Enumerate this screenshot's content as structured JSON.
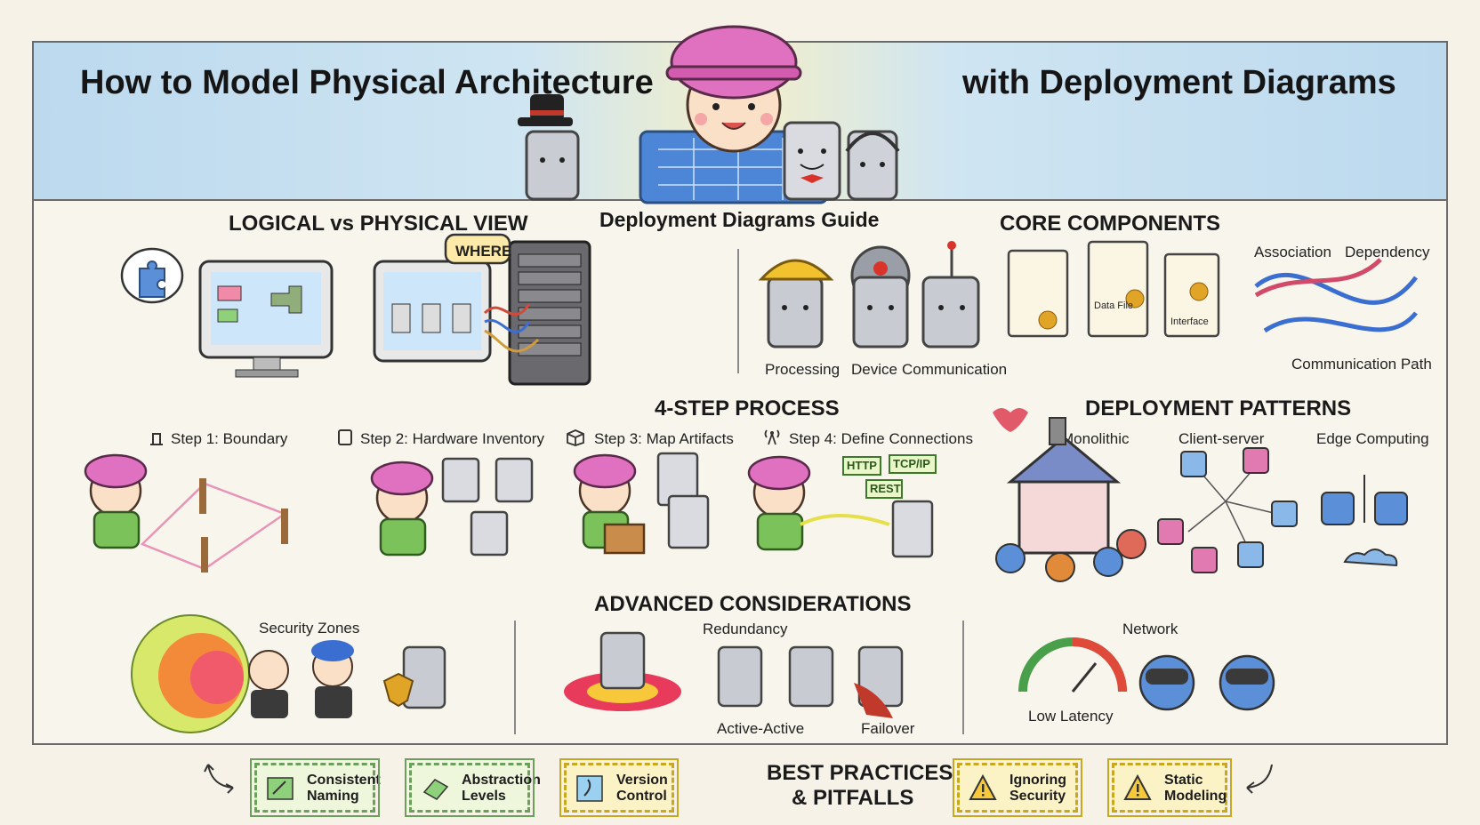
{
  "header": {
    "title_left": "How to Model Physical Architecture",
    "title_right": "with Deployment Diagrams"
  },
  "logical_view": {
    "title": "LOGICAL vs PHYSICAL VIEW",
    "where_tag": "WHERE"
  },
  "guide": {
    "title": "Deployment Diagrams Guide"
  },
  "core": {
    "title": "CORE COMPONENTS",
    "nodes": [
      "Processing",
      "Device",
      "Communication"
    ],
    "artifacts": [
      "Data File",
      "Interface"
    ],
    "relations": {
      "association": "Association",
      "dependency": "Dependency",
      "path": "Communication Path"
    }
  },
  "process": {
    "title": "4-STEP PROCESS",
    "steps": [
      "Step 1: Boundary",
      "Step 2: Hardware Inventory",
      "Step 3: Map Artifacts",
      "Step 4: Define Connections"
    ],
    "protocols": [
      "HTTP",
      "TCP/IP",
      "REST"
    ]
  },
  "patterns": {
    "title": "DEPLOYMENT PATTERNS",
    "items": [
      "Monolithic",
      "Client-server",
      "Edge Computing"
    ]
  },
  "advanced": {
    "title": "ADVANCED CONSIDERATIONS",
    "security": "Security Zones",
    "redundancy": "Redundancy",
    "active": "Active-Active",
    "failover": "Failover",
    "network": "Network",
    "latency": "Low Latency"
  },
  "best": {
    "title_line1": "BEST PRACTICES",
    "title_line2": "& PITFALLS",
    "good": [
      {
        "l1": "Consistent",
        "l2": "Naming"
      },
      {
        "l1": "Abstraction",
        "l2": "Levels"
      },
      {
        "l1": "Version",
        "l2": "Control"
      }
    ],
    "bad": [
      {
        "l1": "Ignoring",
        "l2": "Security"
      },
      {
        "l1": "Static",
        "l2": "Modeling"
      }
    ]
  },
  "colors": {
    "helmet": "#e070c0",
    "shirt": "#7cc25a",
    "server": "#9a9ea6",
    "banner": "#bcd9ee"
  }
}
